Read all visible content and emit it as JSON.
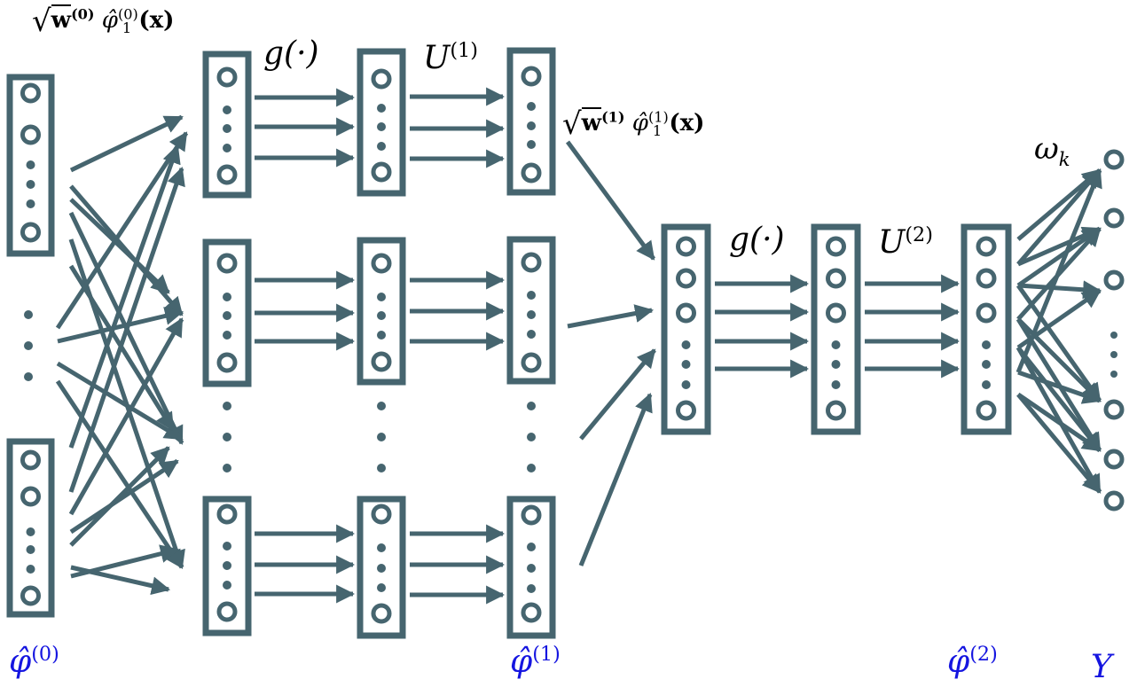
{
  "colors": {
    "stroke": "#46656f",
    "blue_label": "#1515e0",
    "text": "#000000"
  },
  "labels": {
    "g1": "g(·)",
    "U1_base": "U",
    "U1_sup": "(1)",
    "g2": "g(·)",
    "U2_base": "U",
    "U2_sup": "(2)",
    "omega_base": "ω",
    "omega_sub": "k",
    "sqrt_w0": "w",
    "sqrt_w0_sup": "(0)",
    "phi1_0_sup": "(0)",
    "phi1_0_sub": "1",
    "phi1_0_arg": "(x)",
    "sqrt_w1": "w",
    "sqrt_w1_sup": "(1)",
    "phi1_1_sup": "(1)",
    "phi1_1_sub": "1",
    "phi1_1_arg": "(x)",
    "phi_hat": "φ̂",
    "phi_hat_0_sup": "(0)",
    "phi_hat_1_sup": "(1)",
    "phi_hat_2_sup": "(2)",
    "Y": "Y"
  }
}
